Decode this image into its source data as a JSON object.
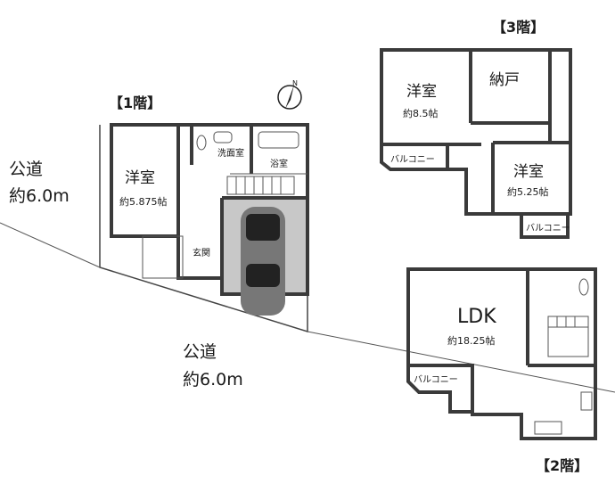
{
  "roads": {
    "west": {
      "name": "公道",
      "width": "約6.0m"
    },
    "south": {
      "name": "公道",
      "width": "約6.0m"
    }
  },
  "compass": {
    "label": "N"
  },
  "floor1": {
    "title": "【1階】",
    "western_room": {
      "name": "洋室",
      "area": "約5.875帖"
    },
    "washroom": "洗面室",
    "bathroom": "浴室",
    "entrance": "玄関"
  },
  "floor2": {
    "title": "【2階】",
    "ldk": {
      "name": "LDK",
      "area": "約18.25帖"
    },
    "balcony": "バルコニー"
  },
  "floor3": {
    "title": "【3階】",
    "western_room_a": {
      "name": "洋室",
      "area": "約8.5帖"
    },
    "storage": "納戸",
    "western_room_b": {
      "name": "洋室",
      "area": "約5.25帖"
    },
    "balcony_a": "バルコニー",
    "balcony_b": "バルコニー"
  },
  "colors": {
    "wall": "#3a3a3a",
    "garage": "#c8c8c8",
    "car": "#222222"
  }
}
